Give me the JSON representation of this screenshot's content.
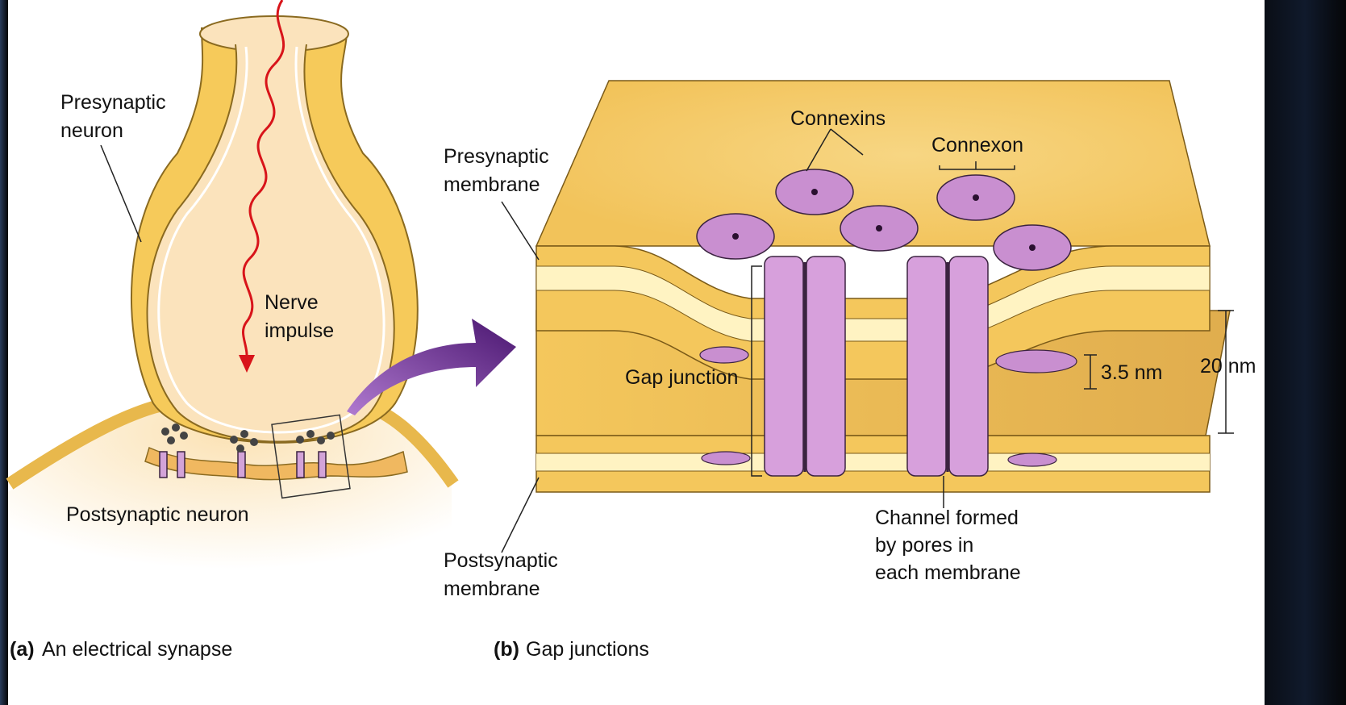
{
  "panel_a": {
    "caption_letter": "(a)",
    "caption_text": "An electrical synapse",
    "presynaptic_neuron_l1": "Presynaptic",
    "presynaptic_neuron_l2": "neuron",
    "nerve_impulse_l1": "Nerve",
    "nerve_impulse_l2": "impulse",
    "postsynaptic_neuron": "Postsynaptic neuron"
  },
  "panel_b": {
    "caption_letter": "(b)",
    "caption_text": "Gap junctions",
    "connexins": "Connexins",
    "connexon": "Connexon",
    "presynaptic_membrane_l1": "Presynaptic",
    "presynaptic_membrane_l2": "membrane",
    "gap_junction": "Gap junction",
    "nm_35": "3.5 nm",
    "nm_20": "20 nm",
    "channel_l1": "Channel formed",
    "channel_l2": "by pores in",
    "channel_l3": "each membrane",
    "postsynaptic_membrane_l1": "Postsynaptic",
    "postsynaptic_membrane_l2": "membrane"
  },
  "colors": {
    "membrane_gold": "#f5c95a",
    "membrane_light": "#fff3c2",
    "cytoplasm": "#fbe6c4",
    "connexon_purple": "#c98fd0",
    "impulse_red": "#d8141a",
    "arrow_purple": "#6a2b8c"
  }
}
